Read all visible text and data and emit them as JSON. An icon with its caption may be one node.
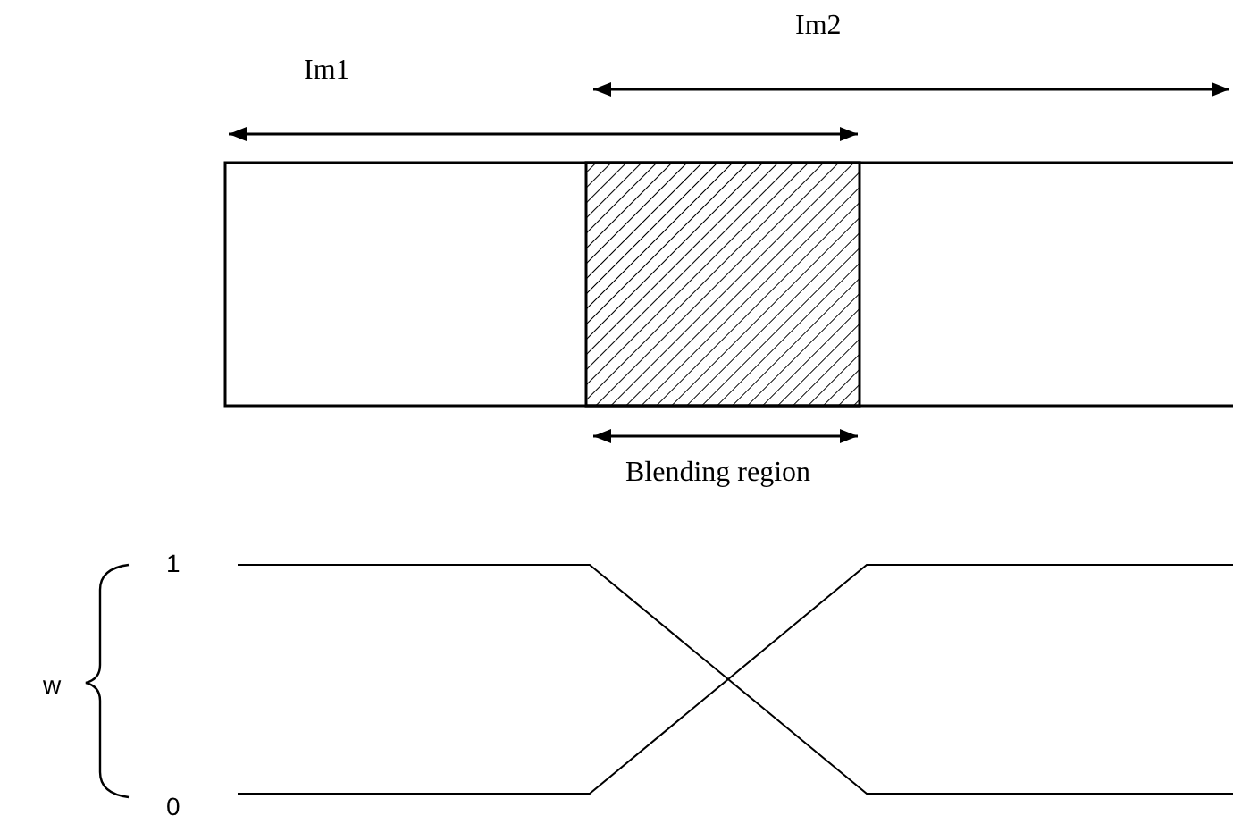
{
  "diagram": {
    "labels": [
      "Im2",
      "Im1",
      "Blending region",
      "1",
      "w",
      "0"
    ]
  }
}
